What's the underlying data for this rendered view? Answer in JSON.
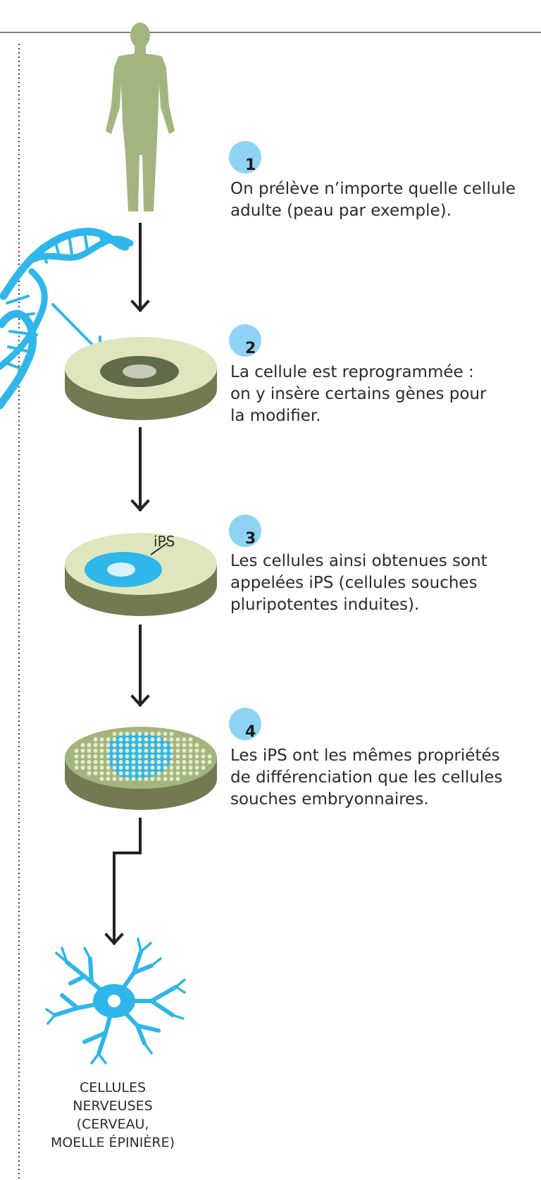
{
  "steps": [
    {
      "number": "1",
      "text": "On prélève n’importe quelle cellule\nadulte (peau par exemple)."
    },
    {
      "number": "2",
      "text": "La cellule est reprogrammée :\non y insère certains gènes pour\nla modifier."
    },
    {
      "number": "3",
      "text": "Les cellules ainsi obtenues sont\nappelées iPS (cellules souches\npluripotentes induites)."
    },
    {
      "number": "4",
      "text": "Les iPS ont les mêmes propriétés\nde différenciation que les cellules\nsouches embryonnaires."
    }
  ],
  "ips_label": "iPS",
  "final_label": "CELLULES\nNERVEUSES\n(CERVEAU,\nMOELLE ÉPINIÈRE)",
  "colors": {
    "body_green": "#a3b57f",
    "dish_top": "#dfe6bd",
    "dish_side": "#737a52",
    "accent_blue": "#2fb6ea",
    "badge_blue": "#8fd3f4",
    "line_dark": "#222222"
  },
  "icons": [
    "human-figure-icon",
    "dna-helix-icon",
    "petri-dish-icon",
    "neuron-icon"
  ]
}
